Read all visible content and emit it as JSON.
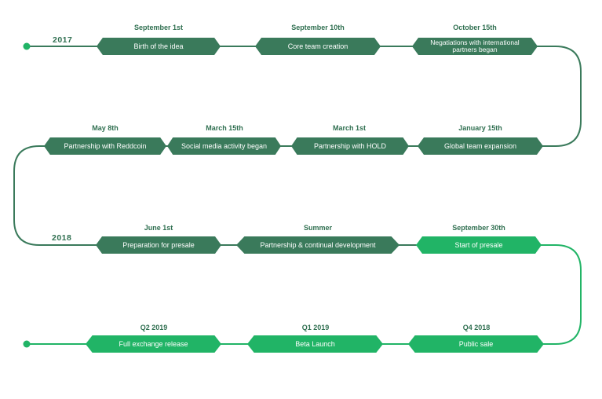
{
  "colors": {
    "dark": "#3a7a5b",
    "light": "#21b466",
    "text": "#2f6f50"
  },
  "years": [
    "2017",
    "2018"
  ],
  "rows": [
    {
      "events": [
        {
          "date": "September 1st",
          "label": "Birth of the idea"
        },
        {
          "date": "September 10th",
          "label": "Core team creation"
        },
        {
          "date": "October 15th",
          "label": "Negatiations with international partners began"
        }
      ]
    },
    {
      "events": [
        {
          "date": "May 8th",
          "label": "Partnership with Reddcoin"
        },
        {
          "date": "March 15th",
          "label": "Social media activity began"
        },
        {
          "date": "March 1st",
          "label": "Partnership with HOLD"
        },
        {
          "date": "January 15th",
          "label": "Global team expansion"
        }
      ]
    },
    {
      "events": [
        {
          "date": "June 1st",
          "label": "Preparation for presale"
        },
        {
          "date": "Summer",
          "label": "Partnership & continual development"
        },
        {
          "date": "September 30th",
          "label": "Start of presale"
        }
      ]
    },
    {
      "events": [
        {
          "date": "Q2 2019",
          "label": "Full exchange release"
        },
        {
          "date": "Q1 2019",
          "label": "Beta Launch"
        },
        {
          "date": "Q4 2018",
          "label": "Public sale"
        }
      ]
    }
  ]
}
